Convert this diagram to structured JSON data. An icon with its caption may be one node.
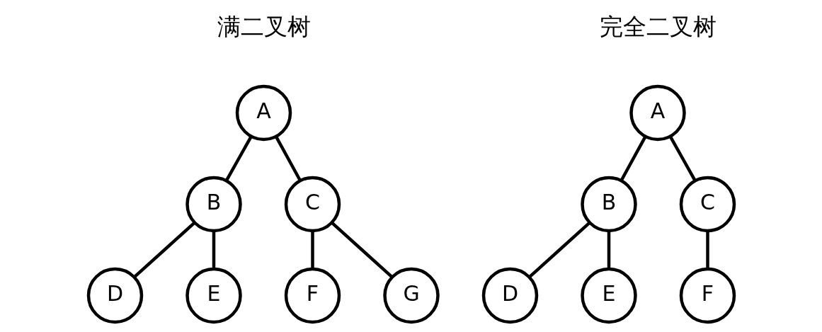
{
  "diagram": {
    "nodes": [
      {
        "text": [
          "A"
        ]
      },
      {
        "text": [
          "B"
        ]
      },
      {
        "text": [
          "C"
        ]
      },
      {
        "text": [
          "D"
        ]
      },
      {
        "text": [
          "E"
        ]
      },
      {
        "text": [
          "F"
        ]
      },
      {
        "text": [
          "G"
        ]
      },
      {
        "text": [
          "A"
        ]
      },
      {
        "text": [
          "B"
        ]
      },
      {
        "text": [
          "C"
        ]
      },
      {
        "text": [
          "D"
        ]
      },
      {
        "text": [
          "E"
        ]
      },
      {
        "text": [
          "F"
        ]
      }
    ],
    "edges": [
      {
        "from": 0,
        "to": 1,
        "arrow": "none"
      },
      {
        "from": 0,
        "to": 2,
        "arrow": "none"
      },
      {
        "from": 1,
        "to": 3,
        "arrow": "none"
      },
      {
        "from": 1,
        "to": 4,
        "arrow": "none"
      },
      {
        "from": 2,
        "to": 5,
        "arrow": "none"
      },
      {
        "from": 2,
        "to": 6,
        "arrow": "none"
      },
      {
        "from": 7,
        "to": 8,
        "arrow": "none"
      },
      {
        "from": 7,
        "to": 9,
        "arrow": "none"
      },
      {
        "from": 8,
        "to": 10,
        "arrow": "none"
      },
      {
        "from": 8,
        "to": 11,
        "arrow": "none"
      },
      {
        "from": 9,
        "to": 12,
        "arrow": "none"
      }
    ],
    "labels": [
      "满二叉树",
      "完全二叉树"
    ]
  }
}
